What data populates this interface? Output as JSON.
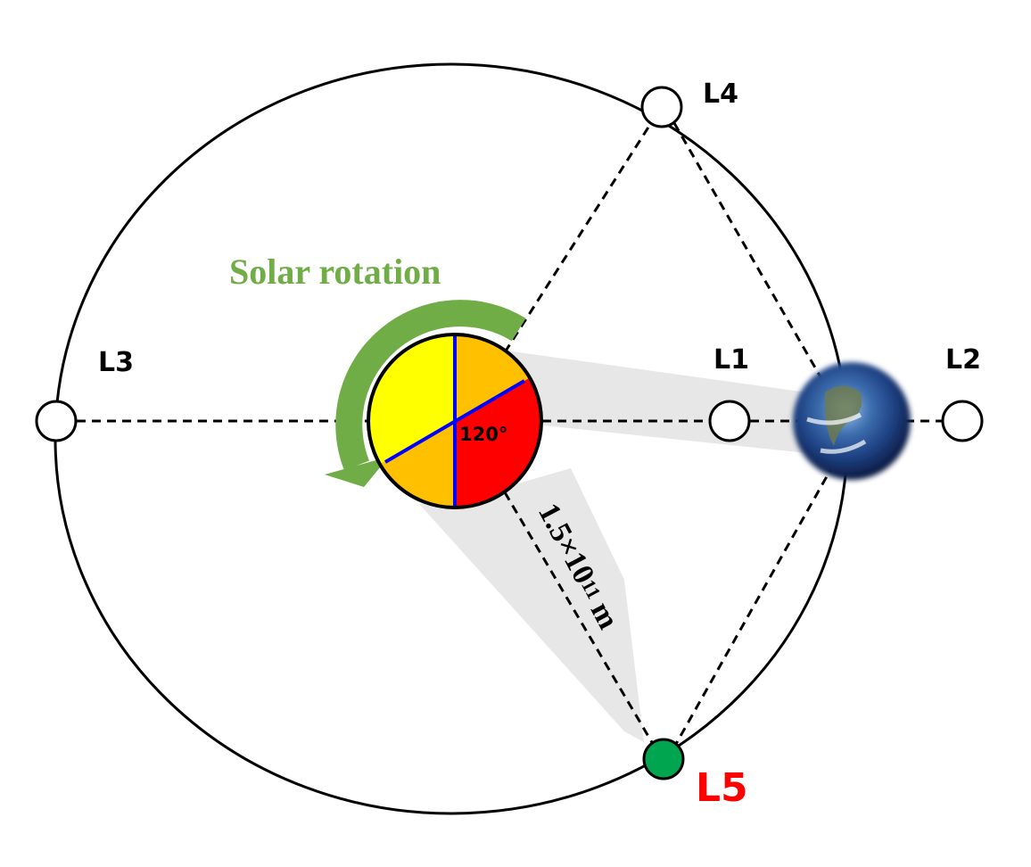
{
  "title": "Solar rotation",
  "angle_label": "120°",
  "distance_label": {
    "mantissa": "1.5×10",
    "exponent": "11",
    "unit": " m"
  },
  "points": {
    "L1": "L1",
    "L2": "L2",
    "L3": "L3",
    "L4": "L4",
    "L5": "L5"
  },
  "colors": {
    "rotation_arrow": "#70ad47",
    "sun_yellow": "#ffff00",
    "sun_orange": "#ffc000",
    "sun_red": "#ff0000",
    "sun_divider": "#0000ff",
    "l5_marker": "#00a550",
    "l5_label": "#ff0000",
    "shadow": "#e7e7e7"
  }
}
